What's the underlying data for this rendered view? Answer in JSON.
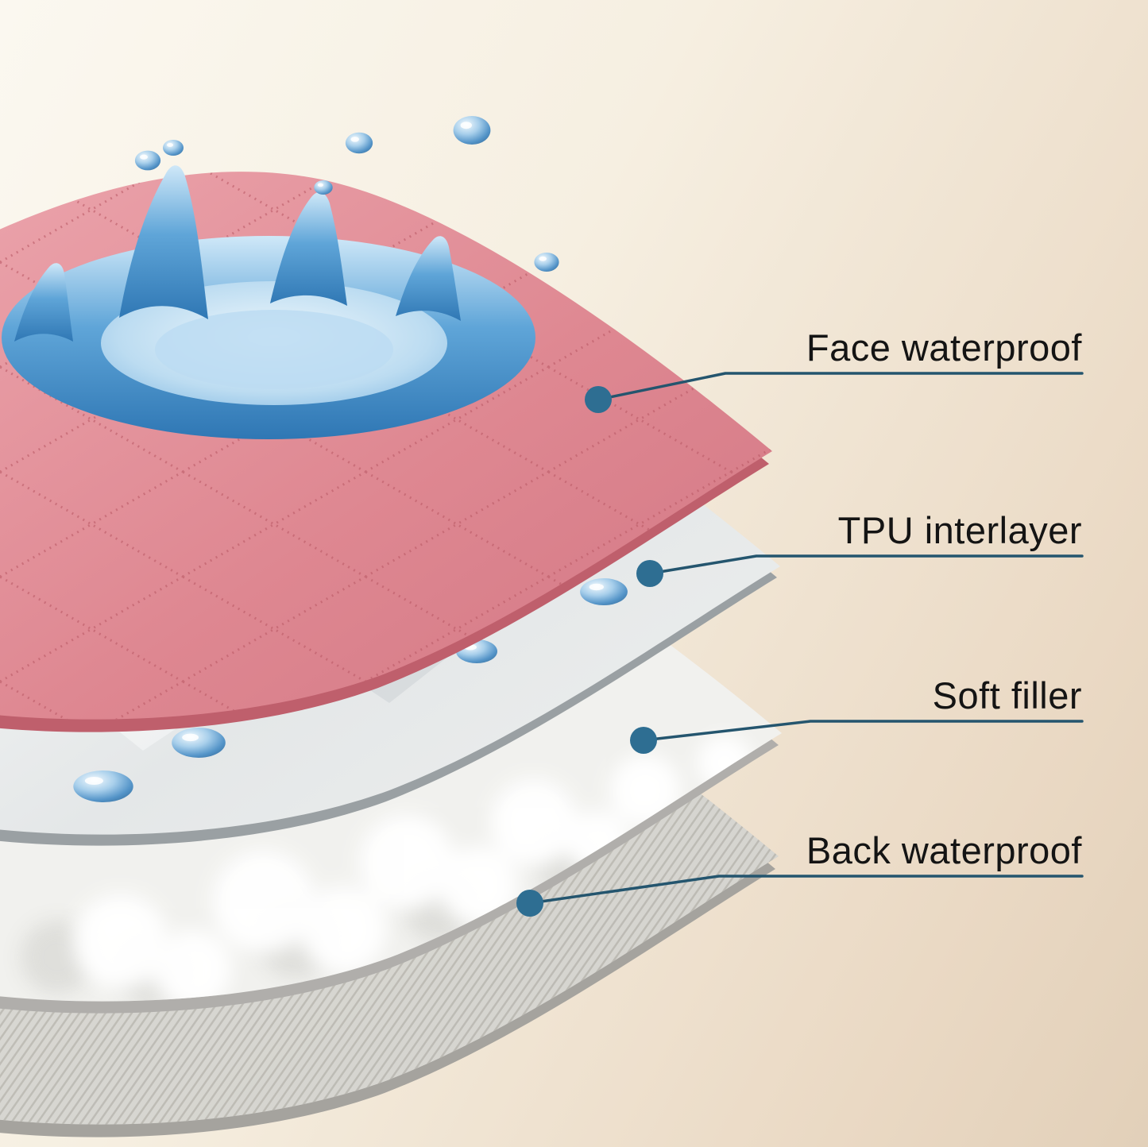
{
  "callout": {
    "line_color": "#24556e",
    "dot_color": "#2e6e92"
  },
  "layers": [
    {
      "name": "face-waterproof",
      "label": "Face waterproof",
      "color": "#dd8590"
    },
    {
      "name": "tpu-interlayer",
      "label": "TPU interlayer",
      "color": "#e9ebea"
    },
    {
      "name": "soft-filler",
      "label": "Soft filler",
      "color": "#f4f4f1"
    },
    {
      "name": "back-waterproof",
      "label": "Back waterproof",
      "color": "#d3d2cc"
    }
  ],
  "water": {
    "splash_color": "#4e97cf"
  },
  "background": {
    "start": "#fbf8f0",
    "end": "#e2d0b9"
  }
}
